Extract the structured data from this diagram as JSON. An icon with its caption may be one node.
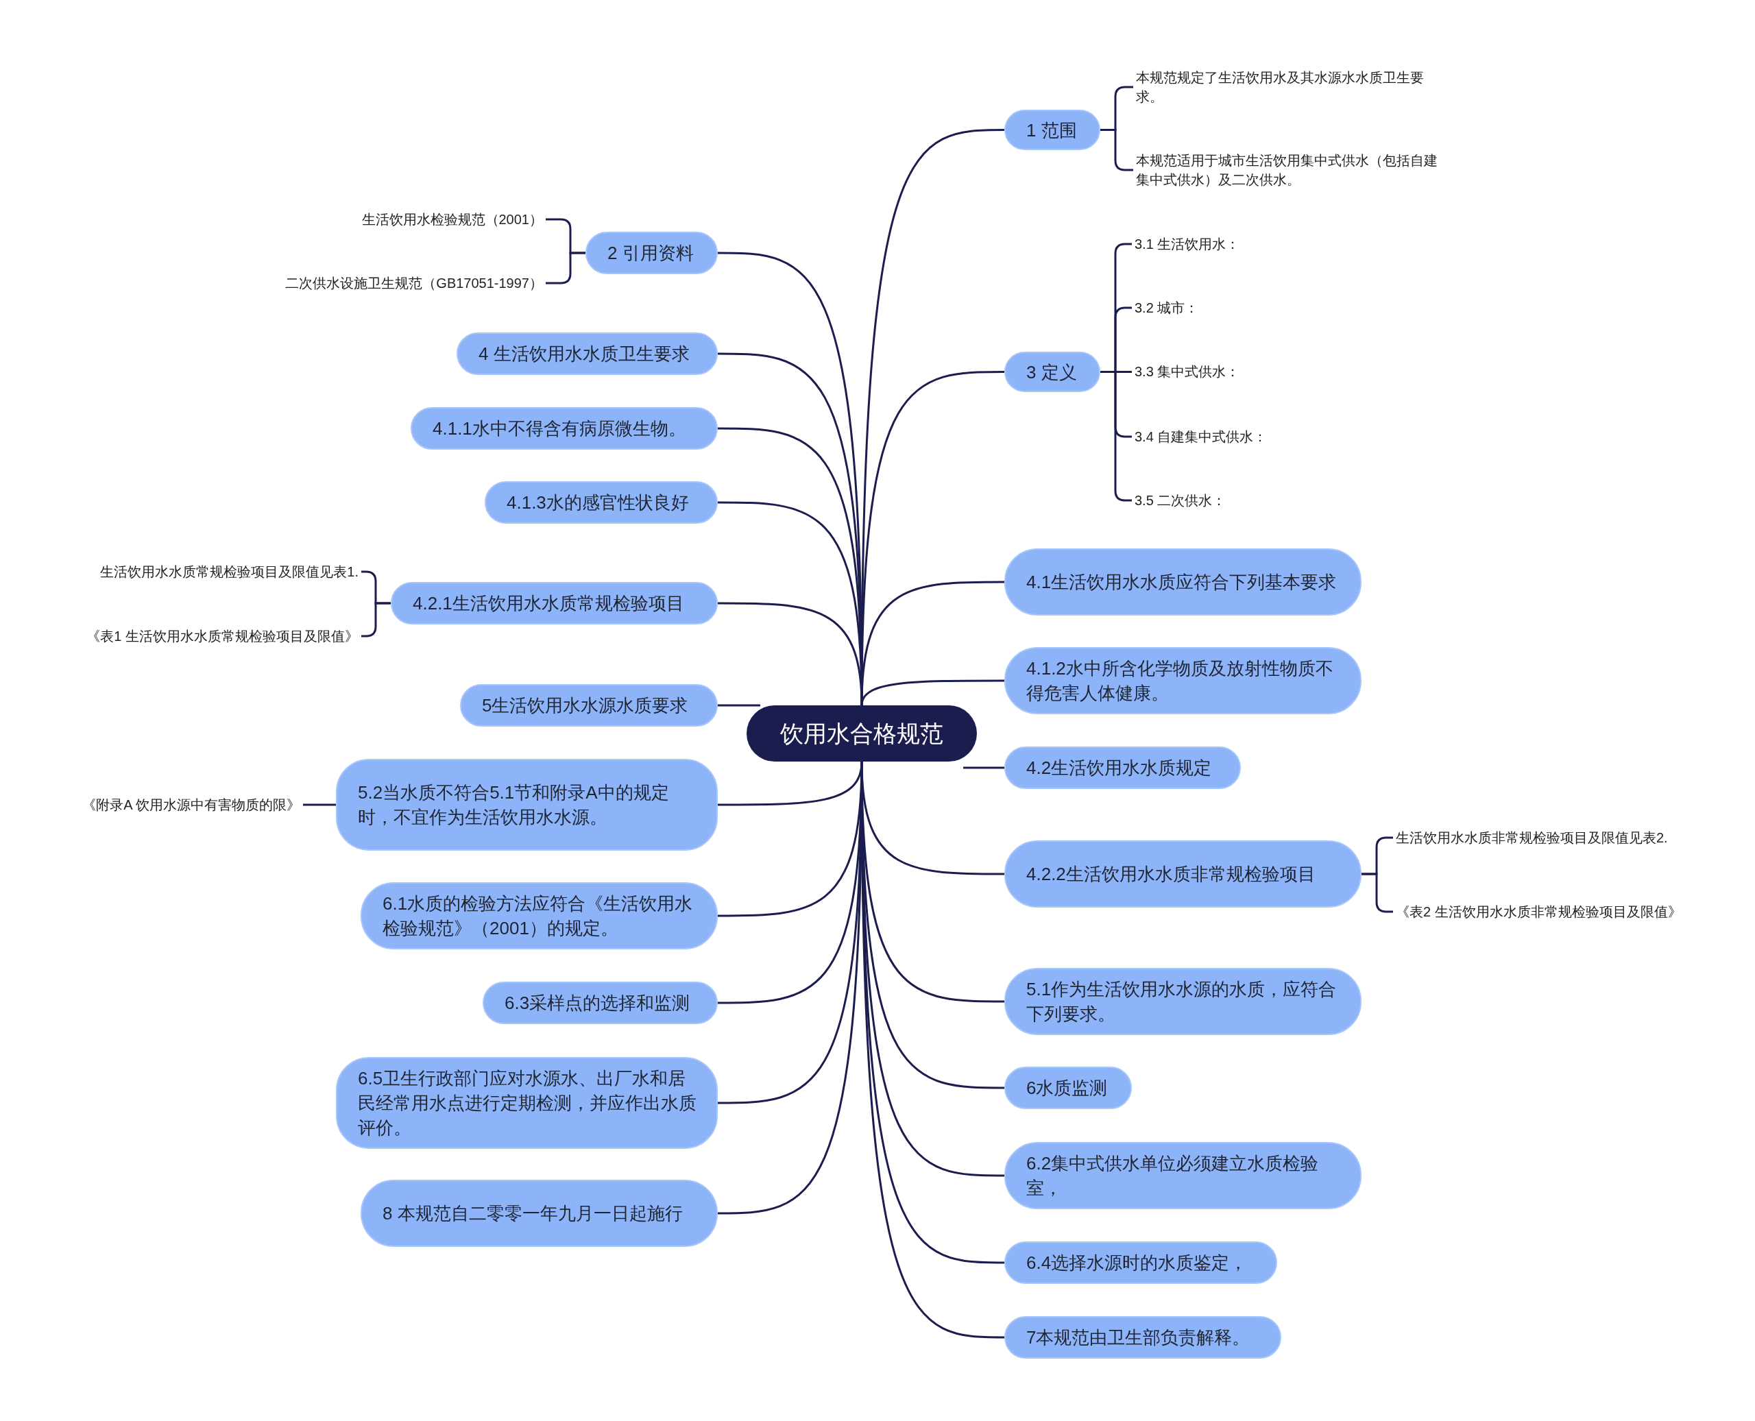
{
  "diagram": {
    "nodes": [
      {
        "text": [
          "饮用水合格规范"
        ]
      },
      {
        "text": [
          "1 范围"
        ]
      },
      {
        "text": [
          "本规范规定了生活饮用水及其水源水水质卫生要求。"
        ]
      },
      {
        "text": [
          "本规范适用于城市生活饮用集中式供水（包括自建集中式供水）及二次供水。"
        ]
      },
      {
        "text": [
          "3 定义"
        ]
      },
      {
        "text": [
          "3.1 生活饮用水："
        ]
      },
      {
        "text": [
          "3.2 城市："
        ]
      },
      {
        "text": [
          "3.3 集中式供水："
        ]
      },
      {
        "text": [
          "3.4 自建集中式供水："
        ]
      },
      {
        "text": [
          "3.5 二次供水："
        ]
      },
      {
        "text": [
          "4.1生活饮用水水质应符合下列基本要求"
        ]
      },
      {
        "text": [
          "4.1.2水中所含化学物质及放射性物质不得危害人体健康。"
        ]
      },
      {
        "text": [
          "4.2生活饮用水水质规定"
        ]
      },
      {
        "text": [
          "4.2.2生活饮用水水质非常规检验项目"
        ]
      },
      {
        "text": [
          "生活饮用水水质非常规检验项目及限值见表2."
        ]
      },
      {
        "text": [
          "《表2 生活饮用水水质非常规检验项目及限值》"
        ]
      },
      {
        "text": [
          "5.1作为生活饮用水水源的水质，应符合下列要求。"
        ]
      },
      {
        "text": [
          "6水质监测"
        ]
      },
      {
        "text": [
          "6.2集中式供水单位必须建立水质检验室，"
        ]
      },
      {
        "text": [
          "6.4选择水源时的水质鉴定，"
        ]
      },
      {
        "text": [
          "7本规范由卫生部负责解释。"
        ]
      },
      {
        "text": [
          "2 引用资料"
        ]
      },
      {
        "text": [
          "生活饮用水检验规范（2001）"
        ]
      },
      {
        "text": [
          "二次供水设施卫生规范（GB17051-1997）"
        ]
      },
      {
        "text": [
          "4 生活饮用水水质卫生要求"
        ]
      },
      {
        "text": [
          "4.1.1水中不得含有病原微生物。"
        ]
      },
      {
        "text": [
          "4.1.3水的感官性状良好"
        ]
      },
      {
        "text": [
          "4.2.1生活饮用水水质常规检验项目"
        ]
      },
      {
        "text": [
          "生活饮用水水质常规检验项目及限值见表1."
        ]
      },
      {
        "text": [
          "《表1 生活饮用水水质常规检验项目及限值》"
        ]
      },
      {
        "text": [
          "5生活饮用水水源水质要求"
        ]
      },
      {
        "text": [
          "5.2当水质不符合5.1节和附录A中的规定时，不宜作为生活饮用水水源。"
        ]
      },
      {
        "text": [
          "《附录A 饮用水源中有害物质的限》"
        ]
      },
      {
        "text": [
          "6.1水质的检验方法应符合《生活饮用水检验规范》（2001）的规定。"
        ]
      },
      {
        "text": [
          "6.3采样点的选择和监测"
        ]
      },
      {
        "text": [
          "6.5卫生行政部门应对水源水、出厂水和居民经常用水点进行定期检测，并应作出水质评价。"
        ]
      },
      {
        "text": [
          "8 本规范自二零零一年九月一日起施行"
        ]
      }
    ],
    "edges": [
      {
        "from": 0,
        "to": 1,
        "arrow": "none"
      },
      {
        "from": 0,
        "to": 4,
        "arrow": "none"
      },
      {
        "from": 0,
        "to": 10,
        "arrow": "none"
      },
      {
        "from": 0,
        "to": 11,
        "arrow": "none"
      },
      {
        "from": 0,
        "to": 12,
        "arrow": "none"
      },
      {
        "from": 0,
        "to": 13,
        "arrow": "none"
      },
      {
        "from": 0,
        "to": 16,
        "arrow": "none"
      },
      {
        "from": 0,
        "to": 17,
        "arrow": "none"
      },
      {
        "from": 0,
        "to": 18,
        "arrow": "none"
      },
      {
        "from": 0,
        "to": 19,
        "arrow": "none"
      },
      {
        "from": 0,
        "to": 20,
        "arrow": "none"
      },
      {
        "from": 0,
        "to": 21,
        "arrow": "none"
      },
      {
        "from": 0,
        "to": 24,
        "arrow": "none"
      },
      {
        "from": 0,
        "to": 25,
        "arrow": "none"
      },
      {
        "from": 0,
        "to": 26,
        "arrow": "none"
      },
      {
        "from": 0,
        "to": 27,
        "arrow": "none"
      },
      {
        "from": 0,
        "to": 30,
        "arrow": "none"
      },
      {
        "from": 0,
        "to": 31,
        "arrow": "none"
      },
      {
        "from": 0,
        "to": 33,
        "arrow": "none"
      },
      {
        "from": 0,
        "to": 34,
        "arrow": "none"
      },
      {
        "from": 0,
        "to": 35,
        "arrow": "none"
      },
      {
        "from": 0,
        "to": 36,
        "arrow": "none"
      },
      {
        "from": 1,
        "to": 2,
        "arrow": "none"
      },
      {
        "from": 1,
        "to": 3,
        "arrow": "none"
      },
      {
        "from": 4,
        "to": 5,
        "arrow": "none"
      },
      {
        "from": 4,
        "to": 6,
        "arrow": "none"
      },
      {
        "from": 4,
        "to": 7,
        "arrow": "none"
      },
      {
        "from": 4,
        "to": 8,
        "arrow": "none"
      },
      {
        "from": 4,
        "to": 9,
        "arrow": "none"
      },
      {
        "from": 13,
        "to": 14,
        "arrow": "none"
      },
      {
        "from": 13,
        "to": 15,
        "arrow": "none"
      },
      {
        "from": 21,
        "to": 22,
        "arrow": "none"
      },
      {
        "from": 21,
        "to": 23,
        "arrow": "none"
      },
      {
        "from": 27,
        "to": 28,
        "arrow": "none"
      },
      {
        "from": 27,
        "to": 29,
        "arrow": "none"
      },
      {
        "from": 31,
        "to": 32,
        "arrow": "none"
      }
    ]
  }
}
